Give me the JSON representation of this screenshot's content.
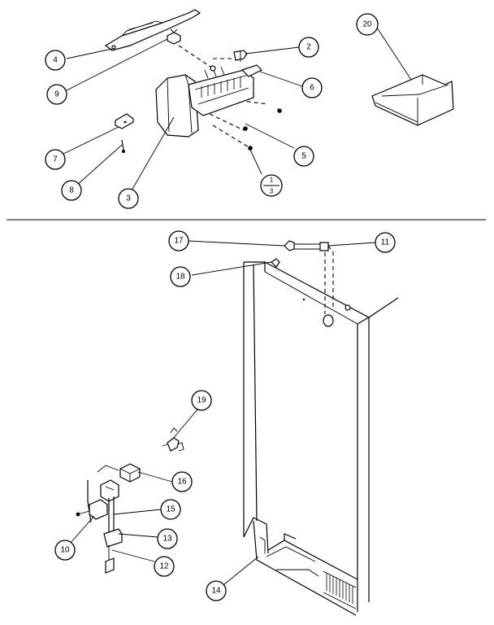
{
  "callouts": {
    "c1": "1",
    "c1b": "3",
    "c2": "2",
    "c3": "3",
    "c4": "4",
    "c5": "5",
    "c6": "6",
    "c7": "7",
    "c8": "8",
    "c9": "9",
    "c10": "10",
    "c11": "11",
    "c12": "12",
    "c13": "13",
    "c14": "14",
    "c15": "15",
    "c16": "16",
    "c17": "17",
    "c18": "18",
    "c19": "19",
    "c20": "20"
  }
}
